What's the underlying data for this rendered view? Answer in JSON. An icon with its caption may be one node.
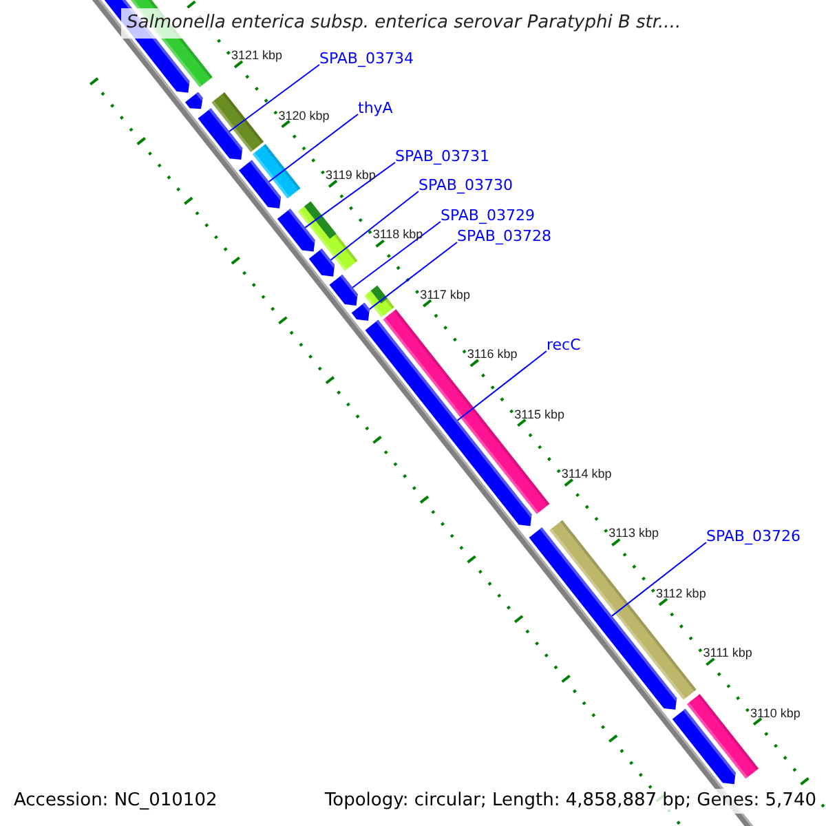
{
  "diagram": {
    "title": "Salmonella enterica subsp. enterica serovar Paratyphi B str....",
    "nodes": [
      {
        "text": [
          "SPAB_03734"
        ]
      },
      {
        "text": [
          "thyA"
        ]
      },
      {
        "text": [
          "SPAB_03731"
        ]
      },
      {
        "text": [
          "SPAB_03730"
        ]
      },
      {
        "text": [
          "SPAB_03729"
        ]
      },
      {
        "text": [
          "SPAB_03728"
        ]
      },
      {
        "text": [
          "recC"
        ]
      },
      {
        "text": [
          "SPAB_03726"
        ]
      },
      {
        "text": [],
        "shape": "bar"
      },
      {
        "text": [],
        "shape": "bar"
      },
      {
        "text": [],
        "shape": "bar"
      },
      {
        "text": [],
        "shape": "bar"
      },
      {
        "text": [],
        "shape": "bar"
      },
      {
        "text": [],
        "shape": "bar"
      },
      {
        "text": [],
        "shape": "bar"
      },
      {
        "text": [],
        "shape": "bar"
      },
      {
        "text": [],
        "shape": "bar"
      },
      {
        "text": [],
        "shape": "bar"
      },
      {
        "text": [],
        "shape": "bar"
      }
    ],
    "edges": [
      {
        "from": 0,
        "to": 10,
        "arrow": "none"
      },
      {
        "from": 1,
        "to": 11,
        "arrow": "none"
      },
      {
        "from": 2,
        "to": 12,
        "arrow": "none"
      },
      {
        "from": 3,
        "to": 13,
        "arrow": "none"
      },
      {
        "from": 4,
        "to": 14,
        "arrow": "none"
      },
      {
        "from": 5,
        "to": 15,
        "arrow": "none"
      },
      {
        "from": 6,
        "to": 16,
        "arrow": "none"
      },
      {
        "from": 7,
        "to": 17,
        "arrow": "none"
      }
    ],
    "labels": [
      "3121 kbp",
      "3120 kbp",
      "3119 kbp",
      "3118 kbp",
      "3117 kbp",
      "3116 kbp",
      "3115 kbp",
      "3114 kbp",
      "3113 kbp",
      "3112 kbp",
      "3111 kbp",
      "3110 kbp",
      "Accession: NC_010102",
      "Topology: circular; Length: 4,858,887 bp; Genes: 5,740"
    ]
  }
}
